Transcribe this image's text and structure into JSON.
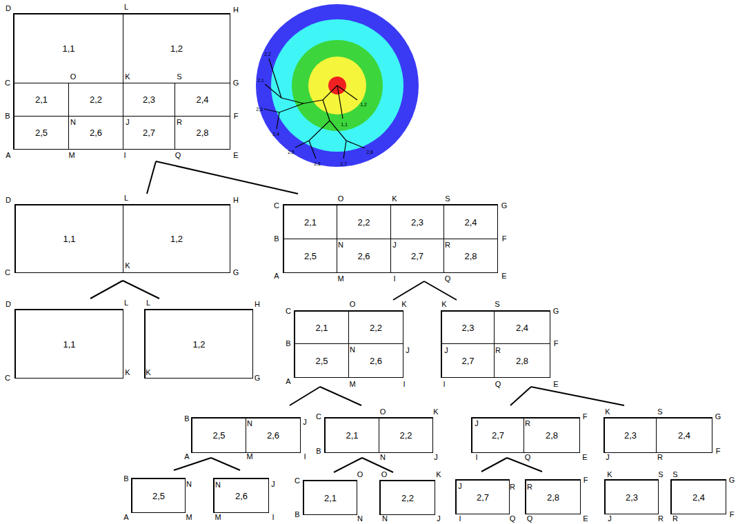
{
  "diagram": {
    "nodes": [
      {
        "text": [
          "D",
          "L",
          "H",
          "C",
          "O",
          "K",
          "S",
          "G",
          "B",
          "N",
          "J",
          "R",
          "F",
          "A",
          "M",
          "I",
          "Q",
          "E"
        ]
      },
      {
        "text": [
          "1,1"
        ],
        "in": 0
      },
      {
        "text": [
          "1,2"
        ],
        "in": 0
      },
      {
        "text": [
          "2,1"
        ],
        "in": 0
      },
      {
        "text": [
          "2,2"
        ],
        "in": 0
      },
      {
        "text": [
          "2,3"
        ],
        "in": 0
      },
      {
        "text": [
          "2,4"
        ],
        "in": 0
      },
      {
        "text": [
          "2,5"
        ],
        "in": 0
      },
      {
        "text": [
          "2,6"
        ],
        "in": 0
      },
      {
        "text": [
          "2,7"
        ],
        "in": 0
      },
      {
        "text": [
          "2,8"
        ],
        "in": 0
      },
      {
        "text": [
          "D",
          "L",
          "H",
          "C",
          "K",
          "G"
        ]
      },
      {
        "text": [
          "1,1"
        ],
        "in": 11
      },
      {
        "text": [
          "1,2"
        ],
        "in": 11
      },
      {
        "text": [
          "C",
          "O",
          "K",
          "S",
          "G",
          "B",
          "N",
          "J",
          "R",
          "F",
          "A",
          "M",
          "I",
          "Q",
          "E"
        ]
      },
      {
        "text": [
          "2,1"
        ],
        "in": 14
      },
      {
        "text": [
          "2,2"
        ],
        "in": 14
      },
      {
        "text": [
          "2,3"
        ],
        "in": 14
      },
      {
        "text": [
          "2,4"
        ],
        "in": 14
      },
      {
        "text": [
          "2,5"
        ],
        "in": 14
      },
      {
        "text": [
          "2,6"
        ],
        "in": 14
      },
      {
        "text": [
          "2,7"
        ],
        "in": 14
      },
      {
        "text": [
          "2,8"
        ],
        "in": 14
      },
      {
        "text": [
          "D",
          "L",
          "C",
          "K"
        ]
      },
      {
        "text": [
          "1,1"
        ],
        "in": 23
      },
      {
        "text": [
          "L",
          "H",
          "K",
          "G"
        ]
      },
      {
        "text": [
          "1,2"
        ],
        "in": 25
      },
      {
        "text": [
          "C",
          "O",
          "K",
          "B",
          "N",
          "J",
          "A",
          "M",
          "I"
        ]
      },
      {
        "text": [
          "2,1"
        ],
        "in": 27
      },
      {
        "text": [
          "2,2"
        ],
        "in": 27
      },
      {
        "text": [
          "2,5"
        ],
        "in": 27
      },
      {
        "text": [
          "2,6"
        ],
        "in": 27
      },
      {
        "text": [
          "K",
          "S",
          "G",
          "J",
          "R",
          "F",
          "I",
          "Q",
          "E"
        ]
      },
      {
        "text": [
          "2,3"
        ],
        "in": 32
      },
      {
        "text": [
          "2,4"
        ],
        "in": 32
      },
      {
        "text": [
          "2,7"
        ],
        "in": 32
      },
      {
        "text": [
          "2,8"
        ],
        "in": 32
      },
      {
        "text": [
          "B",
          "N",
          "J",
          "A",
          "M",
          "I"
        ]
      },
      {
        "text": [
          "2,5"
        ],
        "in": 37
      },
      {
        "text": [
          "2,6"
        ],
        "in": 37
      },
      {
        "text": [
          "C",
          "O",
          "K",
          "B",
          "N",
          "J"
        ]
      },
      {
        "text": [
          "2,1"
        ],
        "in": 40
      },
      {
        "text": [
          "2,2"
        ],
        "in": 40
      },
      {
        "text": [
          "J",
          "R",
          "F",
          "I",
          "Q",
          "E"
        ]
      },
      {
        "text": [
          "2,7"
        ],
        "in": 43
      },
      {
        "text": [
          "2,8"
        ],
        "in": 43
      },
      {
        "text": [
          "K",
          "S",
          "G",
          "J",
          "R",
          "F"
        ]
      },
      {
        "text": [
          "2,3"
        ],
        "in": 46
      },
      {
        "text": [
          "2,4"
        ],
        "in": 46
      },
      {
        "text": [
          "B",
          "N",
          "A",
          "M"
        ]
      },
      {
        "text": [
          "2,5"
        ],
        "in": 49
      },
      {
        "text": [
          "N",
          "J",
          "M",
          "I"
        ]
      },
      {
        "text": [
          "2,6"
        ],
        "in": 51
      },
      {
        "text": [
          "C",
          "O",
          "B",
          "N"
        ]
      },
      {
        "text": [
          "2,1"
        ],
        "in": 53
      },
      {
        "text": [
          "O",
          "K",
          "N",
          "J"
        ]
      },
      {
        "text": [
          "2,2"
        ],
        "in": 55
      },
      {
        "text": [
          "J",
          "R",
          "I",
          "Q"
        ]
      },
      {
        "text": [
          "2,7"
        ],
        "in": 57
      },
      {
        "text": [
          "R",
          "F",
          "Q",
          "E"
        ]
      },
      {
        "text": [
          "2,8"
        ],
        "in": 59
      },
      {
        "text": [
          "K",
          "S",
          "J",
          "R"
        ]
      },
      {
        "text": [
          "2,3"
        ],
        "in": 61
      },
      {
        "text": [
          "S",
          "G",
          "R",
          "F"
        ]
      },
      {
        "text": [
          "2,4"
        ],
        "in": 63
      }
    ],
    "edges": [
      {
        "from": 0,
        "to": 11,
        "arrow": "none"
      },
      {
        "from": 0,
        "to": 14,
        "arrow": "none"
      },
      {
        "from": 11,
        "to": 23,
        "arrow": "none"
      },
      {
        "from": 11,
        "to": 25,
        "arrow": "none"
      },
      {
        "from": 14,
        "to": 27,
        "arrow": "none"
      },
      {
        "from": 14,
        "to": 32,
        "arrow": "none"
      },
      {
        "from": 27,
        "to": 37,
        "arrow": "none"
      },
      {
        "from": 27,
        "to": 40,
        "arrow": "none"
      },
      {
        "from": 32,
        "to": 43,
        "arrow": "none"
      },
      {
        "from": 32,
        "to": 46,
        "arrow": "none"
      },
      {
        "from": 37,
        "to": 49,
        "arrow": "none"
      },
      {
        "from": 37,
        "to": 51,
        "arrow": "none"
      },
      {
        "from": 40,
        "to": 53,
        "arrow": "none"
      },
      {
        "from": 40,
        "to": 55,
        "arrow": "none"
      },
      {
        "from": 43,
        "to": 57,
        "arrow": "none"
      },
      {
        "from": 43,
        "to": 59,
        "arrow": "none"
      }
    ],
    "labels": [
      "1,1",
      "1,2",
      "2,1",
      "2,2",
      "2,3",
      "2,4",
      "2,5",
      "2,6",
      "2,7",
      "2,8"
    ]
  }
}
